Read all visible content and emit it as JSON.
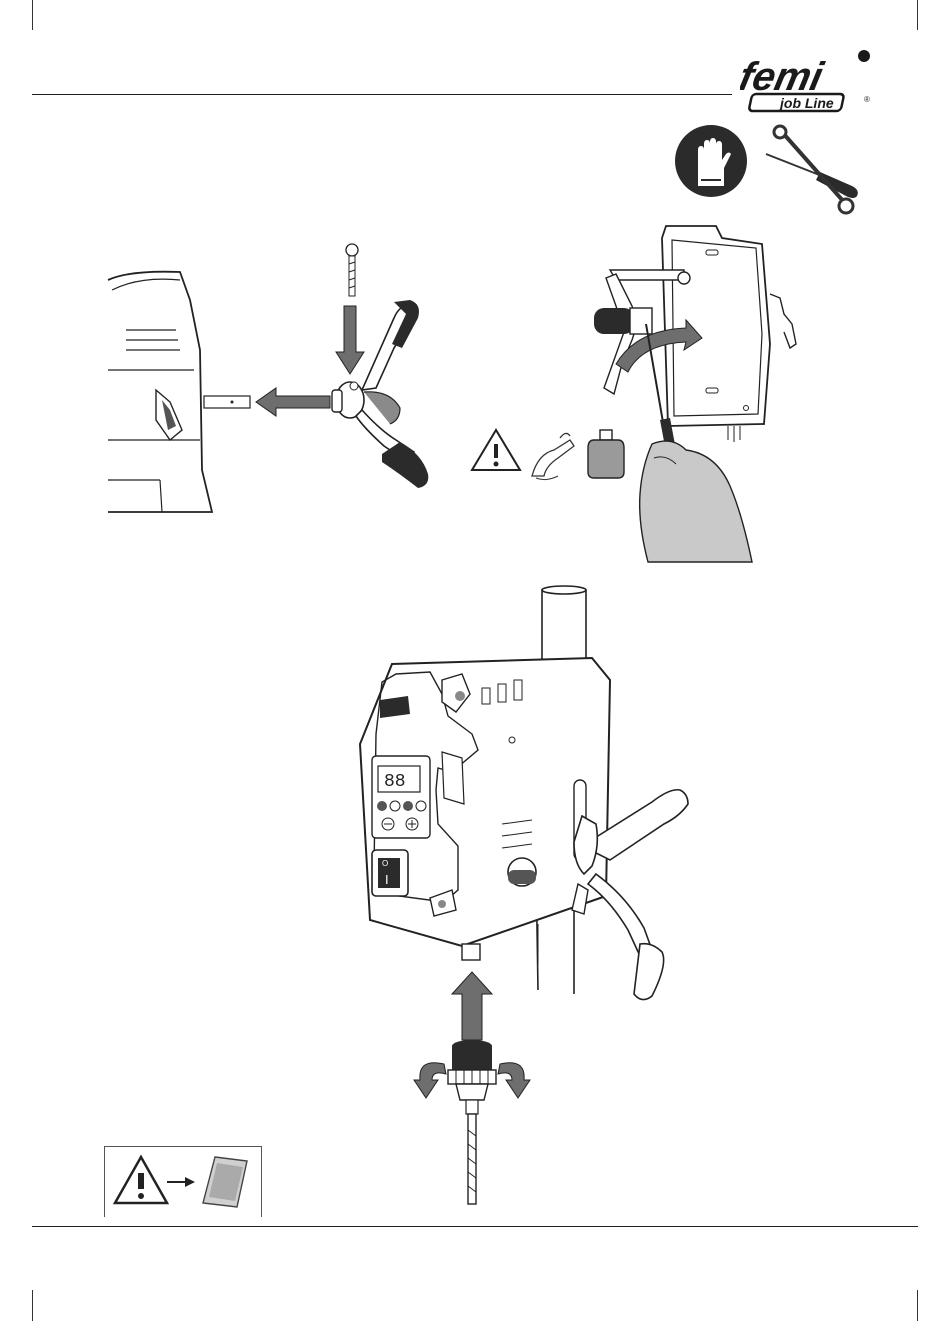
{
  "brand": {
    "name": "femi",
    "subline": "job Line",
    "registered": "®",
    "color": "#1a1a1a"
  },
  "icons": {
    "gloves": "gloves-icon",
    "tools": "wrench-screwdriver-icon",
    "warning": "warning-triangle-icon",
    "strength": "flexed-arm-icon",
    "weight": "weight-icon",
    "manual": "manual-booklet-icon"
  },
  "panel": {
    "display_digits": "88"
  },
  "switch": {
    "on_symbol": "I",
    "off_symbol": "O"
  },
  "colors": {
    "line": "#222222",
    "shade": "#6e6e6e",
    "light_shade": "#b5b5b5",
    "dark": "#2b2b2b"
  }
}
